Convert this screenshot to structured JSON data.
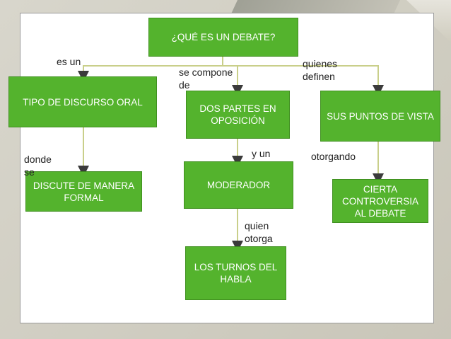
{
  "nodes": {
    "root": "¿QUÉ ES UN DEBATE?",
    "tipo": "TIPO DE DISCURSO ORAL",
    "dos_partes": "DOS PARTES EN OPOSICIÓN",
    "puntos": "SUS PUNTOS DE VISTA",
    "discute": "DISCUTE DE MANERA FORMAL",
    "moderador": "MODERADOR",
    "controversia": "CIERTA CONTROVERSIA AL DEBATE",
    "turnos": "LOS TURNOS DEL HABLA"
  },
  "labels": {
    "es_un": "es un",
    "se_compone": "se compone\nde",
    "quienes": "quienes\ndefinen",
    "donde": "donde\nse",
    "y_un": "y un",
    "otorgando": "otorgando",
    "quien": "quien\notorga"
  },
  "colors": {
    "box_fill": "#54b32d",
    "connector": "#c9cf8a",
    "arrow": "#3b3b3b"
  }
}
